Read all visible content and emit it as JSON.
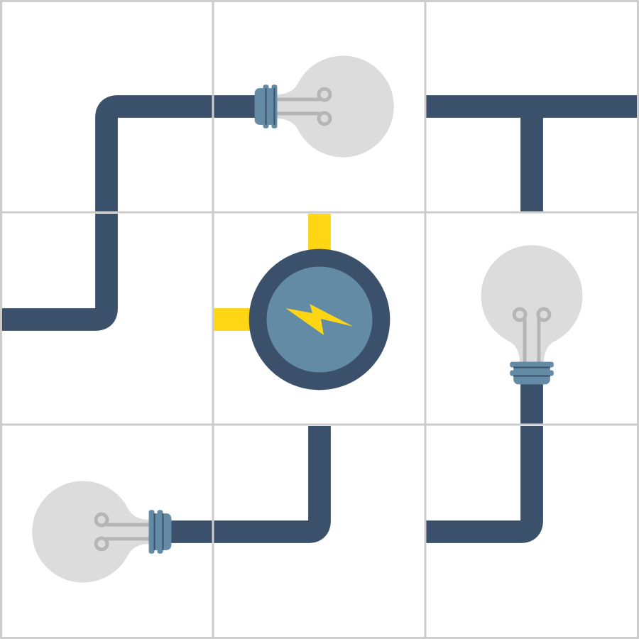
{
  "colors": {
    "background": "#ffffff",
    "grid_line": "#cccccc",
    "wire_off": "#3b506b",
    "wire_powered": "#ffd614",
    "source_ring": "#3b506b",
    "source_face": "#648ba6",
    "bolt": "#ffd614",
    "bulb_glass_off": "#dcdcdc",
    "bulb_filament": "#b5b5b5",
    "bulb_base": "#648ba6"
  },
  "board": {
    "rows": 3,
    "cols": 3,
    "tiles": [
      {
        "id": "r0c0",
        "kind": "wire-corner",
        "connects": [
          "left",
          "right",
          "bottom"
        ],
        "powered": false
      },
      {
        "id": "r0c1",
        "kind": "bulb",
        "connects": [
          "left"
        ],
        "lit": false
      },
      {
        "id": "r0c2",
        "kind": "wire-tee",
        "connects": [
          "left",
          "right",
          "bottom"
        ],
        "powered": false
      },
      {
        "id": "r1c0",
        "kind": "wire-corner",
        "connects": [
          "top",
          "left"
        ],
        "powered": false
      },
      {
        "id": "r1c1",
        "kind": "power-source",
        "connects": [
          "top",
          "left"
        ],
        "powered": true,
        "icon": "lightning-bolt-icon"
      },
      {
        "id": "r1c2",
        "kind": "bulb",
        "connects": [
          "bottom"
        ],
        "lit": false
      },
      {
        "id": "r2c0",
        "kind": "bulb",
        "connects": [
          "right"
        ],
        "lit": false
      },
      {
        "id": "r2c1",
        "kind": "wire-corner",
        "connects": [
          "top",
          "left"
        ],
        "powered": false
      },
      {
        "id": "r2c2",
        "kind": "wire-corner",
        "connects": [
          "top",
          "left"
        ],
        "powered": false
      }
    ]
  }
}
